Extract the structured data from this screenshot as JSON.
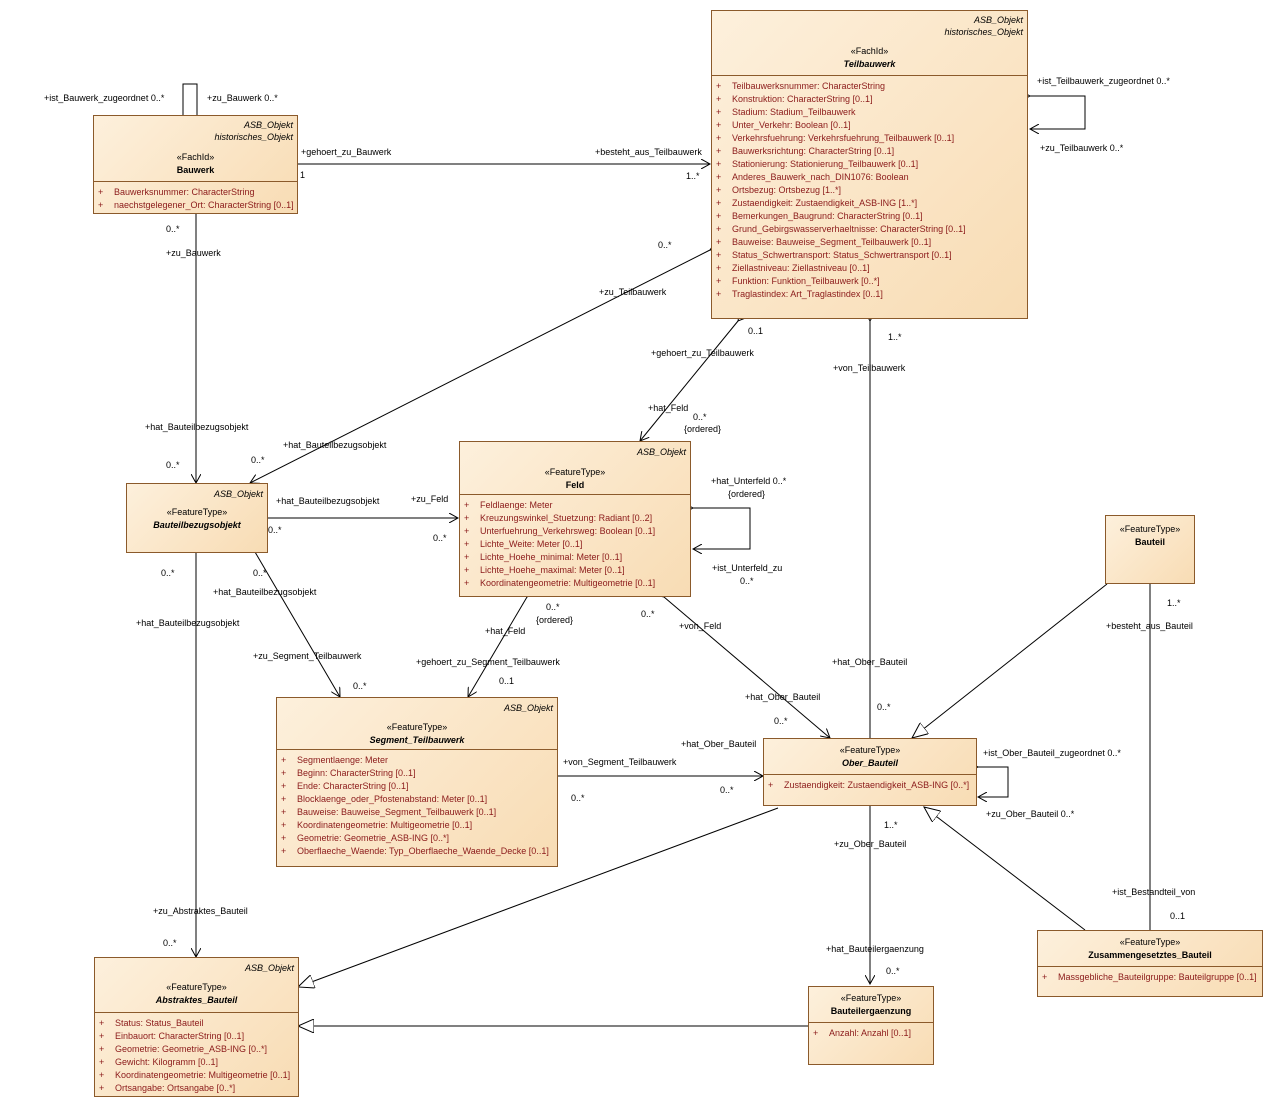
{
  "classes": {
    "teilbauwerk": {
      "parents": [
        "ASB_Objekt",
        "historisches_Objekt"
      ],
      "stereotype": "«FachId»",
      "name": "Teilbauwerk",
      "attributes": [
        "Teilbauwerksnummer: CharacterString",
        "Konstruktion: CharacterString [0..1]",
        "Stadium: Stadium_Teilbauwerk",
        "Unter_Verkehr: Boolean [0..1]",
        "Verkehrsfuehrung: Verkehrsfuehrung_Teilbauwerk [0..1]",
        "Bauwerksrichtung: CharacterString [0..1]",
        "Stationierung: Stationierung_Teilbauwerk [0..1]",
        "Anderes_Bauwerk_nach_DIN1076: Boolean",
        "Ortsbezug: Ortsbezug [1..*]",
        "Zustaendigkeit: Zustaendigkeit_ASB-ING [1..*]",
        "Bemerkungen_Baugrund: CharacterString [0..1]",
        "Grund_Gebirgswasserverhaeltnisse: CharacterString [0..1]",
        "Bauweise: Bauweise_Segment_Teilbauwerk [0..1]",
        "Status_Schwertransport: Status_Schwertransport [0..1]",
        "Ziellastniveau: Ziellastniveau [0..1]",
        "Funktion: Funktion_Teilbauwerk [0..*]",
        "Traglastindex: Art_Traglastindex [0..1]"
      ]
    },
    "bauwerk": {
      "parents": [
        "ASB_Objekt",
        "historisches_Objekt"
      ],
      "stereotype": "«FachId»",
      "name": "Bauwerk",
      "attributes": [
        "Bauwerksnummer: CharacterString",
        "naechstgelegener_Ort: CharacterString [0..1]"
      ]
    },
    "bauteilbezugsobjekt": {
      "parents": [
        "ASB_Objekt"
      ],
      "stereotype": "«FeatureType»",
      "name": "Bauteilbezugsobjekt",
      "attributes": []
    },
    "feld": {
      "parents": [
        "ASB_Objekt"
      ],
      "stereotype": "«FeatureType»",
      "name": "Feld",
      "attributes": [
        "Feldlaenge: Meter",
        "Kreuzungswinkel_Stuetzung: Radiant [0..2]",
        "Unterfuehrung_Verkehrsweg: Boolean [0..1]",
        "Lichte_Weite: Meter [0..1]",
        "Lichte_Hoehe_minimal: Meter [0..1]",
        "Lichte_Hoehe_maximal: Meter [0..1]",
        "Koordinatengeometrie: Multigeometrie [0..1]"
      ]
    },
    "bauteil": {
      "parents": [],
      "stereotype": "«FeatureType»",
      "name": "Bauteil",
      "attributes": []
    },
    "segment": {
      "parents": [
        "ASB_Objekt"
      ],
      "stereotype": "«FeatureType»",
      "name": "Segment_Teilbauwerk",
      "attributes": [
        "Segmentlaenge: Meter",
        "Beginn: CharacterString [0..1]",
        "Ende: CharacterString [0..1]",
        "Blocklaenge_oder_Pfostenabstand: Meter [0..1]",
        "Bauweise: Bauweise_Segment_Teilbauwerk [0..1]",
        "Koordinatengeometrie: Multigeometrie [0..1]",
        "Geometrie: Geometrie_ASB-ING [0..*]",
        "Oberflaeche_Waende: Typ_Oberflaeche_Waende_Decke [0..1]"
      ]
    },
    "ober_bauteil": {
      "parents": [],
      "stereotype": "«FeatureType»",
      "name": "Ober_Bauteil",
      "attributes": [
        "Zustaendigkeit: Zustaendigkeit_ASB-ING [0..*]"
      ]
    },
    "zusammengesetztes": {
      "parents": [],
      "stereotype": "«FeatureType»",
      "name": "Zusammengesetztes_Bauteil",
      "attributes": [
        "Massgebliche_Bauteilgruppe: Bauteilgruppe [0..1]"
      ]
    },
    "abstraktes": {
      "parents": [
        "ASB_Objekt"
      ],
      "stereotype": "«FeatureType»",
      "name": "Abstraktes_Bauteil",
      "attributes": [
        "Status: Status_Bauteil",
        "Einbauort: CharacterString [0..1]",
        "Geometrie: Geometrie_ASB-ING [0..*]",
        "Gewicht: Kilogramm [0..1]",
        "Koordinatengeometrie: Multigeometrie [0..1]",
        "Ortsangabe: Ortsangabe [0..*]"
      ]
    },
    "bauteilergaenzung": {
      "parents": [],
      "stereotype": "«FeatureType»",
      "name": "Bauteilergaenzung",
      "attributes": [
        "Anzahl: Anzahl [0..1]"
      ]
    }
  },
  "labels": [
    "+ist_Bauwerk_zugeordnet 0..*",
    "+zu_Bauwerk 0..*",
    "+gehoert_zu_Bauwerk",
    "1",
    "+besteht_aus_Teilbauwerk",
    "1..*",
    "+ist_Teilbauwerk_zugeordnet 0..*",
    "+zu_Teilbauwerk 0..*",
    "0..*",
    "+zu_Bauwerk",
    "0..*",
    "+zu_Teilbauwerk",
    "0..1",
    "+gehoert_zu_Teilbauwerk",
    "+hat_Feld",
    "0..*",
    "{ordered}",
    "1..*",
    "+von_Teilbauwerk",
    "+hat_Bauteilbezugsobjekt",
    "0..*",
    "+hat_Bauteilbezugsobjekt",
    "0..*",
    "+hat_Bauteilbezugsobjekt",
    "+zu_Feld",
    "0..*",
    "0..*",
    "+hat_Unterfeld 0..*",
    "{ordered}",
    "+ist_Unterfeld_zu",
    "0..*",
    "0..*",
    "0..*",
    "+hat_Bauteilbezugsobjekt",
    "+hat_Bauteilbezugsobjekt",
    "0..*",
    "{ordered}",
    "+hat_Feld",
    "+von_Feld",
    "0..*",
    "+zu_Segment_Teilbauwerk",
    "+gehoert_zu_Segment_Teilbauwerk",
    "0..1",
    "0..*",
    "+hat_Ober_Bauteil",
    "+hat_Ober_Bauteil",
    "0..*",
    "0..*",
    "1..*",
    "+besteht_aus_Bauteil",
    "+hat_Ober_Bauteil",
    "+von_Segment_Teilbauwerk",
    "0..*",
    "0..*",
    "+ist_Ober_Bauteil_zugeordnet 0..*",
    "+zu_Ober_Bauteil 0..*",
    "1..*",
    "+zu_Ober_Bauteil",
    "+ist_Bestandteil_von",
    "0..1",
    "+zu_Abstraktes_Bauteil",
    "0..*",
    "+hat_Bauteilergaenzung",
    "0..*"
  ]
}
